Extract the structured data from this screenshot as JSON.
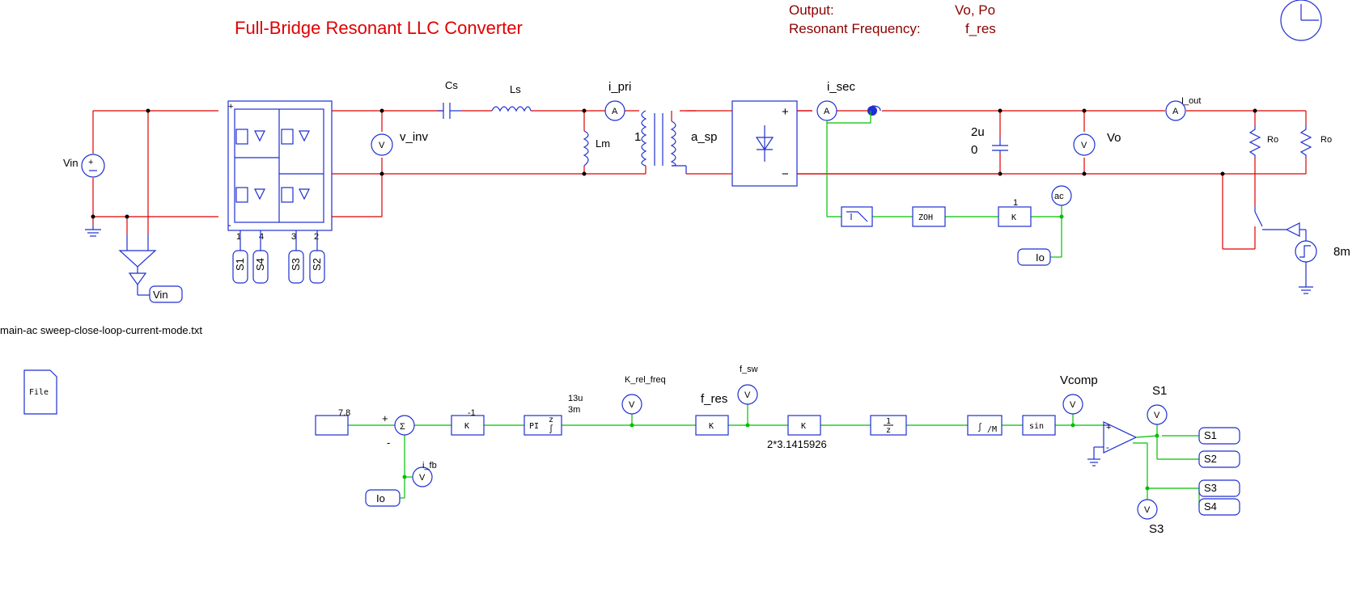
{
  "title": "Full-Bridge Resonant LLC Converter",
  "info": {
    "output_label": "Output:",
    "output_value": "Vo, Po",
    "resfreq_label": "Resonant Frequency:",
    "resfreq_value": "f_res"
  },
  "file": {
    "param_file": "main-ac sweep-close-loop-current-mode.txt",
    "file_block": "File"
  },
  "power": {
    "vin": "Vin",
    "vin_label": "Vin",
    "cs": "Cs",
    "ls": "Ls",
    "lm": "Lm",
    "i_pri": "i_pri",
    "turns": "1",
    "a_sp": "a_sp",
    "v_inv": "v_inv",
    "i_sec": "i_sec",
    "cap_value": "2u",
    "cap_ic": "0",
    "vo": "Vo",
    "i_out": "I_out",
    "ro1": "Ro",
    "ro2": "Ro",
    "step_time": "8m",
    "ac": "ac",
    "io_label": "Io",
    "gain_one": "1",
    "zoh": "ZOH",
    "k": "K",
    "gates": [
      "S1",
      "S4",
      "S3",
      "S2"
    ],
    "pins": [
      "1",
      "4",
      "3",
      "2"
    ],
    "plus": "+",
    "minus": "-"
  },
  "control": {
    "ref": "7.8",
    "sum_plus": "+",
    "sum_minus": "-",
    "neg_gain": "-1",
    "k": "K",
    "pi": "PI",
    "pi_params": [
      "13u",
      "3m"
    ],
    "k_rel_freq": "K_rel_freq",
    "f_res": "f_res",
    "f_sw": "f_sw",
    "two_pi": "2*3.1415926",
    "recip_num": "1",
    "recip_den": "z",
    "sin": "sin",
    "vcomp": "Vcomp",
    "s1_probe": "S1",
    "s3_probe": "S3",
    "labels_out": [
      "S1",
      "S2",
      "S3",
      "S4"
    ],
    "i_fb": "i_fb",
    "io_label": "Io",
    "op_plus": "+",
    "op_minus": "-"
  }
}
